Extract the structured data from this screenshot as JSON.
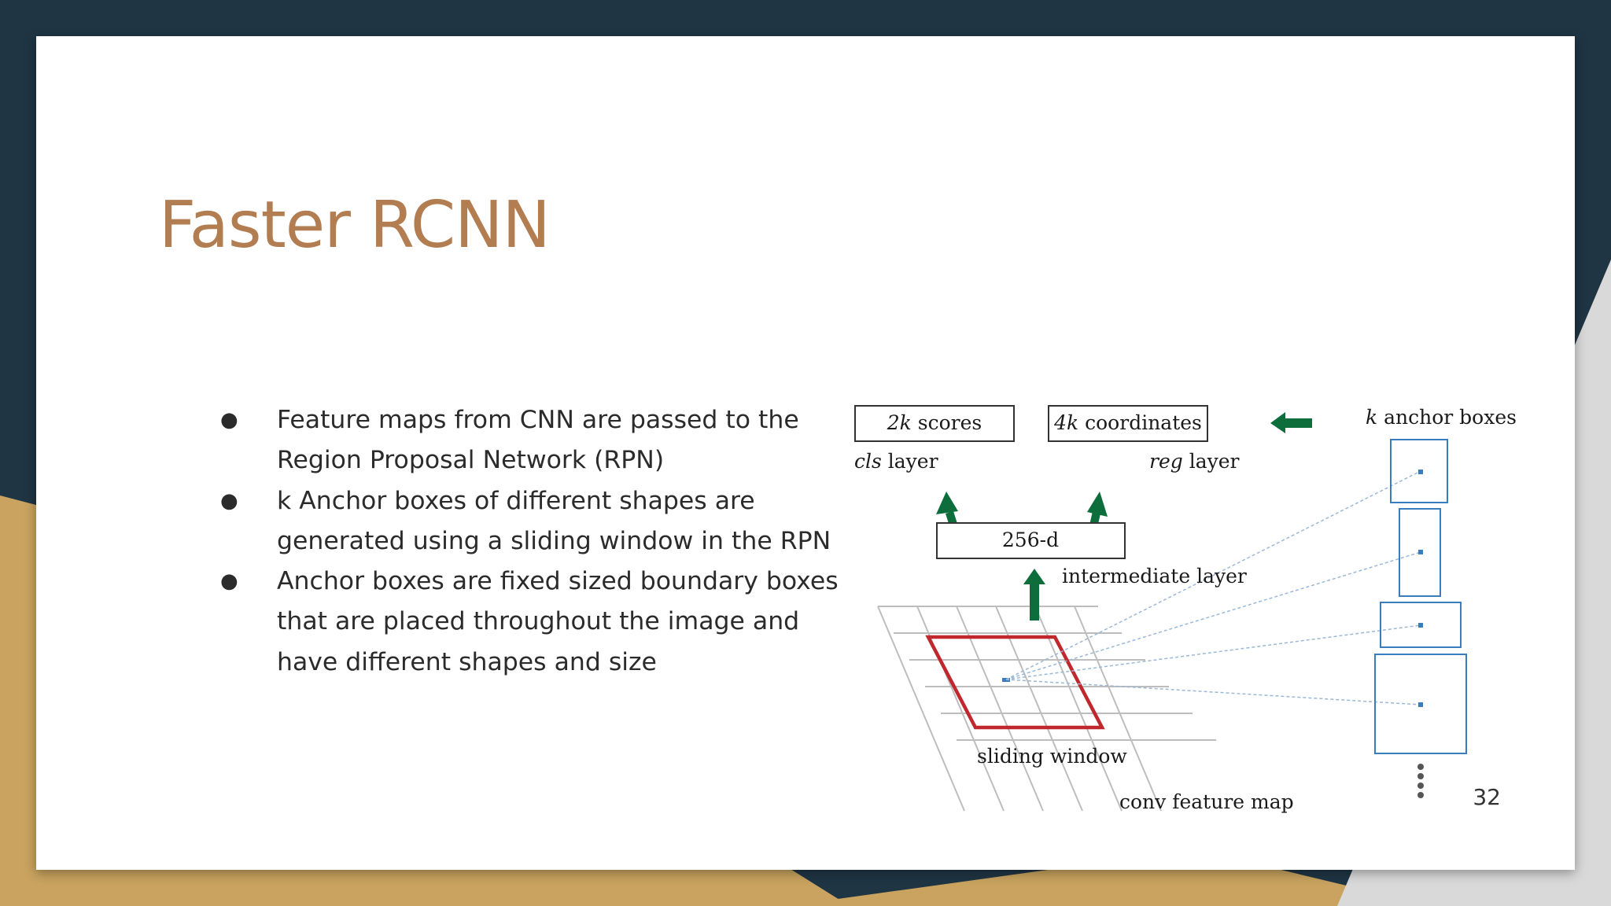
{
  "slide": {
    "title": "Faster RCNN",
    "bullets": [
      "Feature maps from CNN are passed to the Region Proposal Network (RPN)",
      "k Anchor boxes of different shapes are generated using a sliding window in the RPN",
      "Anchor boxes are fixed sized boundary boxes that are placed throughout the image and have different shapes and size"
    ],
    "page_number": "32"
  },
  "diagram": {
    "scores_box": {
      "k": "2k",
      "rest": " scores"
    },
    "coords_box": {
      "k": "4k",
      "rest": " coordinates"
    },
    "cls_label": {
      "italic": "cls",
      "rest": " layer"
    },
    "reg_label": {
      "italic": "reg",
      "rest": " layer"
    },
    "intermediate_box": "256-d",
    "intermediate_label": "intermediate layer",
    "anchor_label": {
      "k": "k",
      "rest": " anchor boxes"
    },
    "sliding_window_label": "sliding window",
    "feature_map_label": "conv feature map"
  },
  "colors": {
    "background_dark": "#1f3544",
    "accent_gold": "#c9a35f",
    "title": "#b37d52",
    "arrow_green": "#0d6e3c",
    "window_red": "#c0282d",
    "anchor_blue": "#3a7cc0"
  }
}
